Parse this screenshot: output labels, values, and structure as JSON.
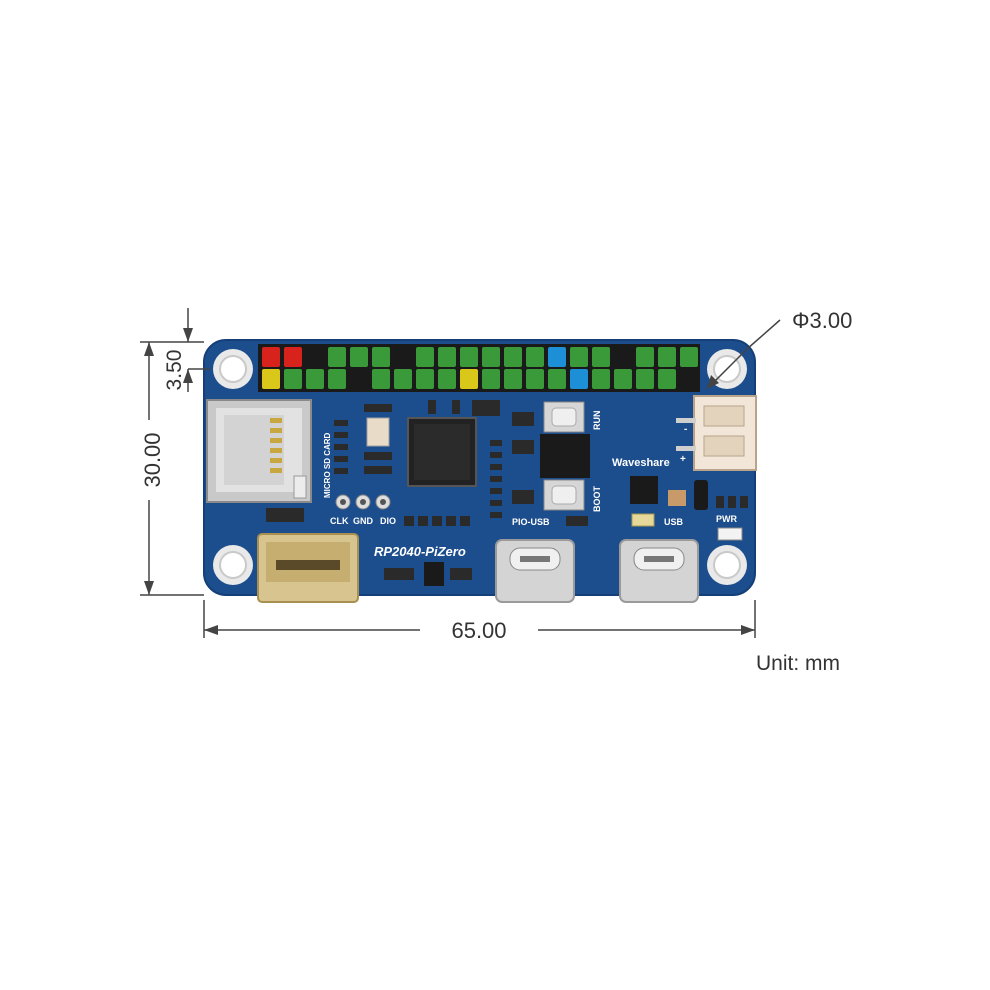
{
  "dimensions": {
    "width": "65.00",
    "height": "30.00",
    "hole_offset": "3.50",
    "hole_diameter": "Φ3.00",
    "unit": "Unit: mm"
  },
  "board": {
    "name": "RP2040-PiZero",
    "brand": "Waveshare",
    "labels": {
      "micro_sd": "MICRO SD CARD",
      "clk": "CLK",
      "gnd": "GND",
      "dio": "DIO",
      "run": "RUN",
      "boot": "BOOT",
      "pio_usb": "PIO-USB",
      "usb": "USB",
      "pwr": "PWR",
      "plus": "+",
      "minus": "-"
    },
    "header_colors": {
      "top": [
        "red",
        "red",
        "black",
        "green",
        "green",
        "green",
        "black",
        "green",
        "green",
        "green",
        "green",
        "green",
        "green",
        "blue",
        "green",
        "green",
        "black",
        "green",
        "green",
        "green"
      ],
      "bottom": [
        "yellow",
        "green",
        "green",
        "green",
        "black",
        "green",
        "green",
        "green",
        "green",
        "yellow",
        "green",
        "green",
        "green",
        "green",
        "blue",
        "green",
        "green",
        "green",
        "green",
        "black"
      ]
    }
  },
  "colors": {
    "pcb": "#1c4d8c",
    "pcb_edge": "#153f78",
    "dim_line": "#444444",
    "pin_red": "#d8231c",
    "pin_yellow": "#d9c81a",
    "pin_green": "#3a9a3a",
    "pin_black": "#1a1a1a",
    "pin_blue": "#1d8fd6"
  }
}
